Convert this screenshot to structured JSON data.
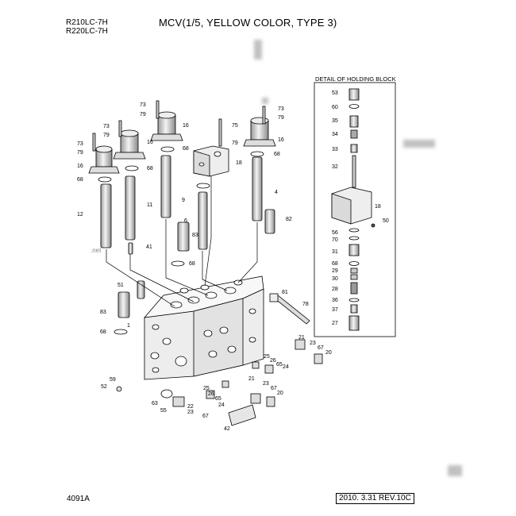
{
  "header": {
    "model_line1": "R210LC-7H",
    "model_line2": "R220LC-7H",
    "title": "MCV(1/5, YELLOW COLOR, TYPE 3)"
  },
  "detail": {
    "title": "DETAIL OF HOLDING BLOCK"
  },
  "footer": {
    "code": "4091A",
    "revision": "2010. 3.31  REV.10C"
  },
  "watermark": ".net",
  "callouts": {
    "main": [
      "73",
      "79",
      "16",
      "73",
      "79",
      "16",
      "73",
      "79",
      "16",
      "68",
      "68",
      "12",
      "11",
      "68",
      "9",
      "75",
      "79",
      "18",
      "73",
      "79",
      "16",
      "68",
      "4",
      "6",
      "82",
      "83",
      "41",
      "68",
      "51",
      "83",
      "68",
      "1",
      "81",
      "78",
      "21",
      "23",
      "67",
      "20",
      "25",
      "26",
      "65",
      "24",
      "59",
      "52",
      "63",
      "55",
      "25",
      "26",
      "65",
      "21",
      "23",
      "67",
      "20",
      "24",
      "22",
      "67",
      "23",
      "42"
    ],
    "detail": [
      "53",
      "60",
      "35",
      "34",
      "33",
      "32",
      "18",
      "50",
      "56",
      "70",
      "31",
      "68",
      "29",
      "30",
      "28",
      "36",
      "37",
      "27"
    ]
  }
}
